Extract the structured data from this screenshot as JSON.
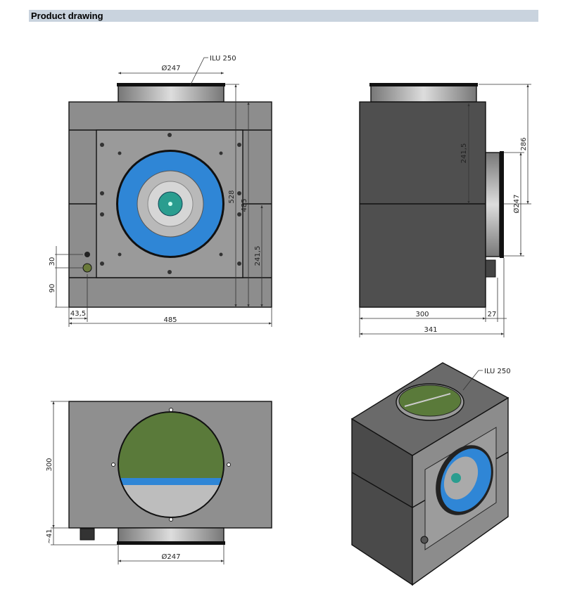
{
  "header": {
    "title": "Product drawing"
  },
  "front_view": {
    "callout": "ILU 250",
    "duct_diameter": "Ø247",
    "height_total": "528",
    "height_box": "485",
    "height_lower": "241,5",
    "gland_spacing": "30",
    "gland_height": "90",
    "gland_offset": "43,5",
    "width": "485"
  },
  "side_view": {
    "height_upper": "241,5",
    "duct_center_height": "286",
    "duct_diameter": "Ø247",
    "depth_box": "300",
    "duct_protrusion": "27",
    "depth_total": "341"
  },
  "bottom_view": {
    "depth": "300",
    "gland_protrusion": "~41",
    "duct_diameter": "Ø247"
  },
  "iso_view": {
    "callout": "ILU 250"
  },
  "colors": {
    "body": "#8f8f8f",
    "dark_body": "#4a4a4a",
    "fan_ring": "#2f86d6",
    "hub": "#2a9d8f",
    "filter": "#5a7a3a",
    "header_band": "#c9d3de"
  }
}
